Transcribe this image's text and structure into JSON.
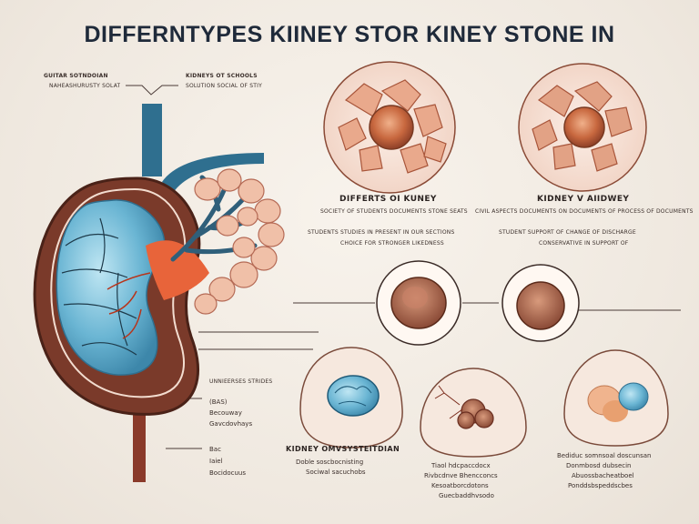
{
  "title": "DIFFERNTYPES KIINEY  STOR   KINEY STONE IN",
  "labels": {
    "top_left_1a": "GUITAR SOTNDOIAN",
    "top_left_1b": "NAHEASHURUSTY SOLAT",
    "top_left_2a": "KIDNEYS OT SCHOOLS",
    "top_left_2b": "SOLUTION SOCIAL OF STIY",
    "mid_left_head": "DIFFERTS OI KUNEY",
    "mid_left_1": "SOCIETY OF STUDENTS DOCUMENTS STONE SEATS",
    "mid_left_2": "STUDENTS STUDIES IN PRESENT IN OUR SECTIONS",
    "mid_left_3": "CHOICE FOR STRONGER LIKEDNESS",
    "mid_right_head": "KIDNEY V AIIDWEY",
    "mid_right_1": "CIVIL ASPECTS DOCUMENTS ON DOCUMENTS OF PROCESS OF DOCUMENTS",
    "mid_right_2": "STUDENT SUPPORT OF CHANGE OF DISCHARGE",
    "mid_right_3": "CONSERVATIVE IN SUPPORT OF",
    "side_1": "UNNIEERSES STRIDES",
    "side_2a": "(BAS)",
    "side_2b": "Becouway",
    "side_2c": "Gavcdovhays",
    "side_3a": "Bac",
    "side_3b": "Iaiel",
    "side_3c": "Bocidocuus",
    "bottom_head": "KIDNEY OMVSYSTEITDIAN",
    "bottom_left_1": "Doble soscbocnisting",
    "bottom_left_2": "Sociwal sacuchobs",
    "bottom_mid_1": "Tiaol hdcpaccdocx",
    "bottom_mid_2": "Rivbcdnve Bhencconcs",
    "bottom_mid_3": "Kesoatborcdotons",
    "bottom_mid_4": "Guecbaddhvsodo",
    "bottom_right_1": "Bediduc somnsoal doscunsan",
    "bottom_right_2": "Donmbosd dubsecin",
    "bottom_right_3": "Abuossbacheatboel",
    "bottom_right_4": "Ponddsbspeddscbes"
  },
  "colors": {
    "background": "#efe8df",
    "title": "#1f2a3a",
    "kidney_outer": "#7a3a2a",
    "kidney_inner": "#5aa9c8",
    "ureter": "#2f6f8f",
    "stone_brown": "#b85a3a",
    "stone_blue": "#3f8fb0",
    "circle_fill": "#f6e6dc",
    "outline": "#7a4a3a"
  }
}
